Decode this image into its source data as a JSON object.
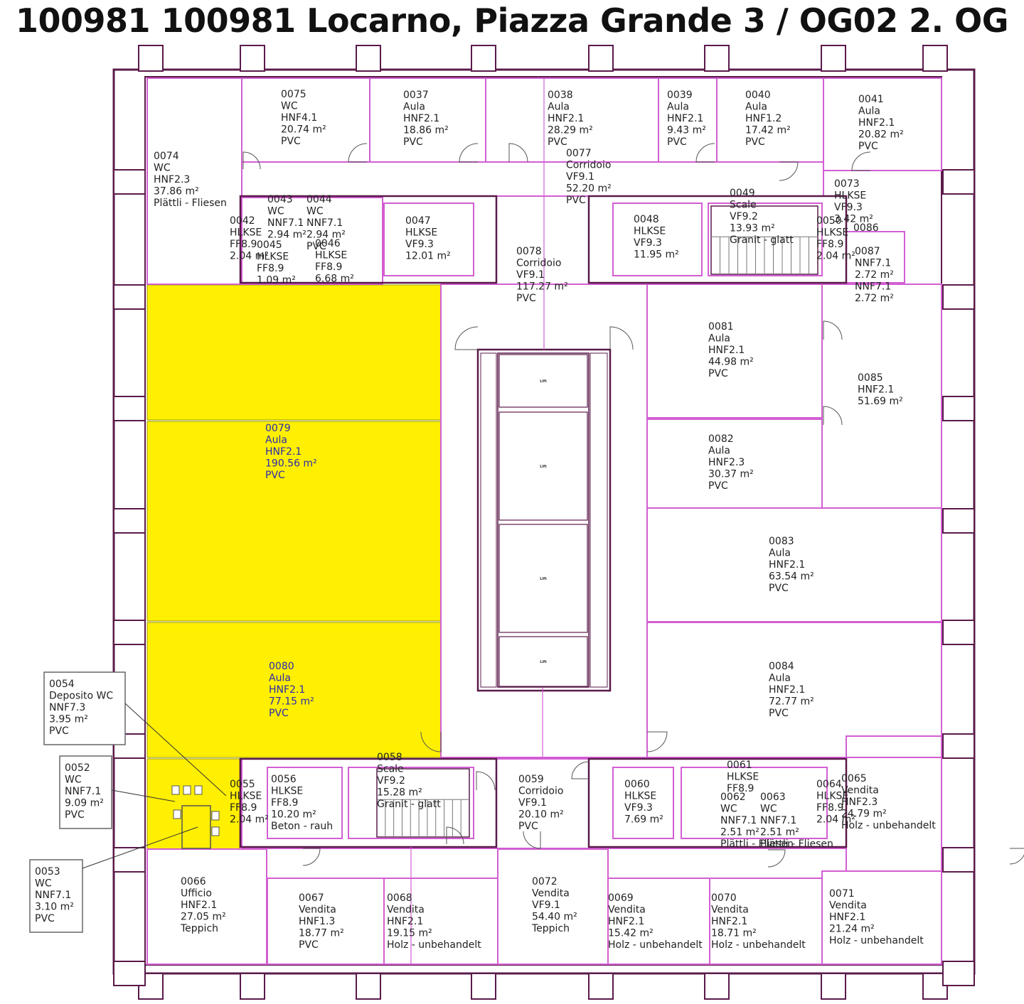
{
  "title": "100981 100981 Locarno, Piazza Grande 3 / OG02 2. OG",
  "colors": {
    "wall": "#5a1a4a",
    "room_outline": "#d35ed3",
    "selected_fill": "#ffef00",
    "selected_text": "#2a2ab0",
    "text": "#222222"
  },
  "lift_label": "Lift",
  "rooms": [
    {
      "id": "r0075",
      "lines": [
        "0075",
        "WC",
        "HNF4.1",
        "20.74 m²",
        "PVC"
      ]
    },
    {
      "id": "r0037",
      "lines": [
        "0037",
        "Aula",
        "HNF2.1",
        "18.86 m²",
        "PVC"
      ]
    },
    {
      "id": "r0038",
      "lines": [
        "0038",
        "Aula",
        "HNF2.1",
        "28.29 m²",
        "PVC"
      ]
    },
    {
      "id": "r0039",
      "lines": [
        "0039",
        "Aula",
        "HNF2.1",
        "9.43 m²",
        "PVC"
      ]
    },
    {
      "id": "r0040",
      "lines": [
        "0040",
        "Aula",
        "HNF1.2",
        "17.42 m²",
        "PVC"
      ]
    },
    {
      "id": "r0041",
      "lines": [
        "0041",
        "Aula",
        "HNF2.1",
        "20.82 m²",
        "PVC"
      ]
    },
    {
      "id": "r0074",
      "lines": [
        "0074",
        "WC",
        "HNF2.3",
        "37.86 m²",
        "Plättli - Fliesen"
      ]
    },
    {
      "id": "r0077",
      "lines": [
        "0077",
        "Corridoio",
        "VF9.1",
        "52.20 m²",
        "PVC"
      ]
    },
    {
      "id": "r0043",
      "lines": [
        "0043",
        "WC",
        "NNF7.1",
        "2.94 m²"
      ]
    },
    {
      "id": "r0044",
      "lines": [
        "0044",
        "WC",
        "NNF7.1",
        "2.94 m²",
        "PVC"
      ]
    },
    {
      "id": "r0042",
      "lines": [
        "0042",
        "HLKSE",
        "FF8.9",
        "2.04 m²"
      ]
    },
    {
      "id": "r0045",
      "lines": [
        "0045",
        "HLKSE",
        "FF8.9",
        "1.09 m²"
      ]
    },
    {
      "id": "r0046",
      "lines": [
        "0046",
        "HLKSE",
        "FF8.9",
        "6.68 m²"
      ]
    },
    {
      "id": "r0047",
      "lines": [
        "0047",
        "HLKSE",
        "VF9.3",
        "12.01 m²"
      ]
    },
    {
      "id": "r0078",
      "lines": [
        "0078",
        "Corridoio",
        "VF9.1",
        "117.27 m²",
        "PVC"
      ]
    },
    {
      "id": "r0048",
      "lines": [
        "0048",
        "HLKSE",
        "VF9.3",
        "11.95 m²"
      ]
    },
    {
      "id": "r0049",
      "lines": [
        "0049",
        "Scale",
        "VF9.2",
        "13.93 m²",
        "Granit - glatt"
      ]
    },
    {
      "id": "r0073",
      "lines": [
        "0073",
        "HLKSE",
        "VF9.3",
        "3.42 m²"
      ]
    },
    {
      "id": "r0050",
      "lines": [
        "0050",
        "HLKSE",
        "FF8.9",
        "2.04 m²"
      ]
    },
    {
      "id": "r0086",
      "lines": [
        "0086"
      ]
    },
    {
      "id": "r0087",
      "lines": [
        "0087",
        "NNF7.1",
        "2.72 m²",
        "NNF7.1",
        "2.72 m²"
      ]
    },
    {
      "id": "r0079",
      "lines": [
        "0079",
        "Aula",
        "HNF2.1",
        "190.56 m²",
        "PVC"
      ],
      "selected": true
    },
    {
      "id": "r0081",
      "lines": [
        "0081",
        "Aula",
        "HNF2.1",
        "44.98 m²",
        "PVC"
      ]
    },
    {
      "id": "r0085",
      "lines": [
        "0085",
        "",
        "HNF2.1",
        "51.69 m²"
      ]
    },
    {
      "id": "r0082",
      "lines": [
        "0082",
        "Aula",
        "HNF2.3",
        "30.37 m²",
        "PVC"
      ]
    },
    {
      "id": "r0083",
      "lines": [
        "0083",
        "Aula",
        "HNF2.1",
        "63.54 m²",
        "PVC"
      ]
    },
    {
      "id": "r0080",
      "lines": [
        "0080",
        "Aula",
        "HNF2.1",
        "77.15 m²",
        "PVC"
      ],
      "selected": true
    },
    {
      "id": "r0084",
      "lines": [
        "0084",
        "Aula",
        "HNF2.1",
        "72.77 m²",
        "PVC"
      ]
    },
    {
      "id": "r0058",
      "lines": [
        "0058",
        "Scale",
        "VF9.2",
        "15.28 m²",
        "Granit - glatt"
      ]
    },
    {
      "id": "r0055",
      "lines": [
        "0055",
        "HLKSE",
        "FF8.9",
        "2.04 m²"
      ]
    },
    {
      "id": "r0056",
      "lines": [
        "0056",
        "HLKSE",
        "FF8.9",
        "10.20 m²",
        "Beton - rauh"
      ]
    },
    {
      "id": "r0059",
      "lines": [
        "0059",
        "Corridoio",
        "VF9.1",
        "20.10 m²",
        "PVC"
      ]
    },
    {
      "id": "r0060",
      "lines": [
        "0060",
        "HLKSE",
        "VF9.3",
        "7.69 m²"
      ]
    },
    {
      "id": "r0061",
      "lines": [
        "0061",
        "HLKSE",
        "FF8.9"
      ]
    },
    {
      "id": "r0062",
      "lines": [
        "0062",
        "WC",
        "NNF7.1",
        "2.51 m²",
        "Plättli - Fliesen"
      ]
    },
    {
      "id": "r0063",
      "lines": [
        "0063",
        "WC",
        "NNF7.1",
        "2.51 m²",
        "Plättli - Fliesen"
      ]
    },
    {
      "id": "r0064",
      "lines": [
        "0064",
        "HLKSE",
        "FF8.9",
        "2.04 m²"
      ]
    },
    {
      "id": "r0065",
      "lines": [
        "0065",
        "Vendita",
        "HNF2.3",
        "24.79 m²",
        "Holz - unbehandelt"
      ]
    },
    {
      "id": "r0066",
      "lines": [
        "0066",
        "Ufficio",
        "HNF2.1",
        "27.05 m²",
        "Teppich"
      ]
    },
    {
      "id": "r0067",
      "lines": [
        "0067",
        "Vendita",
        "HNF1.3",
        "18.77 m²",
        "PVC"
      ]
    },
    {
      "id": "r0068",
      "lines": [
        "0068",
        "Vendita",
        "HNF2.1",
        "19.15 m²",
        "Holz - unbehandelt"
      ]
    },
    {
      "id": "r0072",
      "lines": [
        "0072",
        "Vendita",
        "VF9.1",
        "54.40 m²",
        "Teppich"
      ]
    },
    {
      "id": "r0069",
      "lines": [
        "0069",
        "Vendita",
        "HNF2.1",
        "15.42 m²",
        "Holz - unbehandelt"
      ]
    },
    {
      "id": "r0070",
      "lines": [
        "0070",
        "Vendita",
        "HNF2.1",
        "18.71 m²",
        "Holz - unbehandelt"
      ]
    },
    {
      "id": "r0071",
      "lines": [
        "0071",
        "Vendita",
        "HNF2.1",
        "21.24 m²",
        "Holz - unbehandelt"
      ]
    }
  ],
  "callouts": [
    {
      "id": "c0054",
      "lines": [
        "0054",
        "Deposito WC",
        "NNF7.3",
        "3.95 m²",
        "PVC"
      ]
    },
    {
      "id": "c0052",
      "lines": [
        "0052",
        "WC",
        "NNF7.1",
        "9.09 m²",
        "PVC"
      ]
    },
    {
      "id": "c0053",
      "lines": [
        "0053",
        "WC",
        "NNF7.1",
        "3.10 m²",
        "PVC"
      ]
    }
  ]
}
